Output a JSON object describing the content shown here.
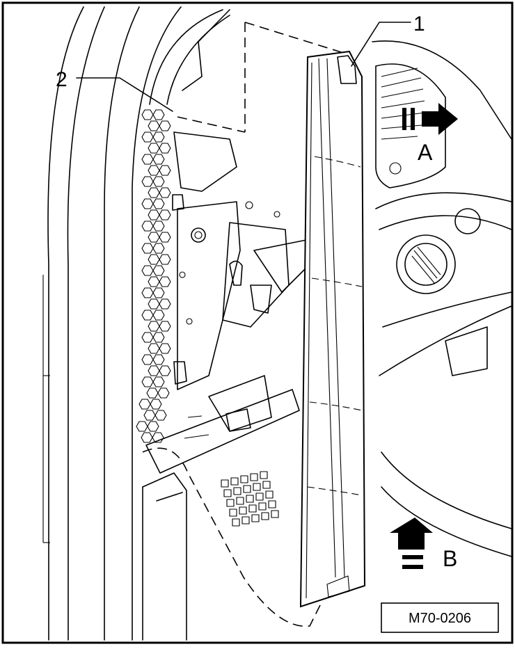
{
  "labels": {
    "callout_1": "1",
    "callout_2": "2",
    "direction_a": "A",
    "direction_b": "B"
  },
  "figure_ref": "M70-0206"
}
